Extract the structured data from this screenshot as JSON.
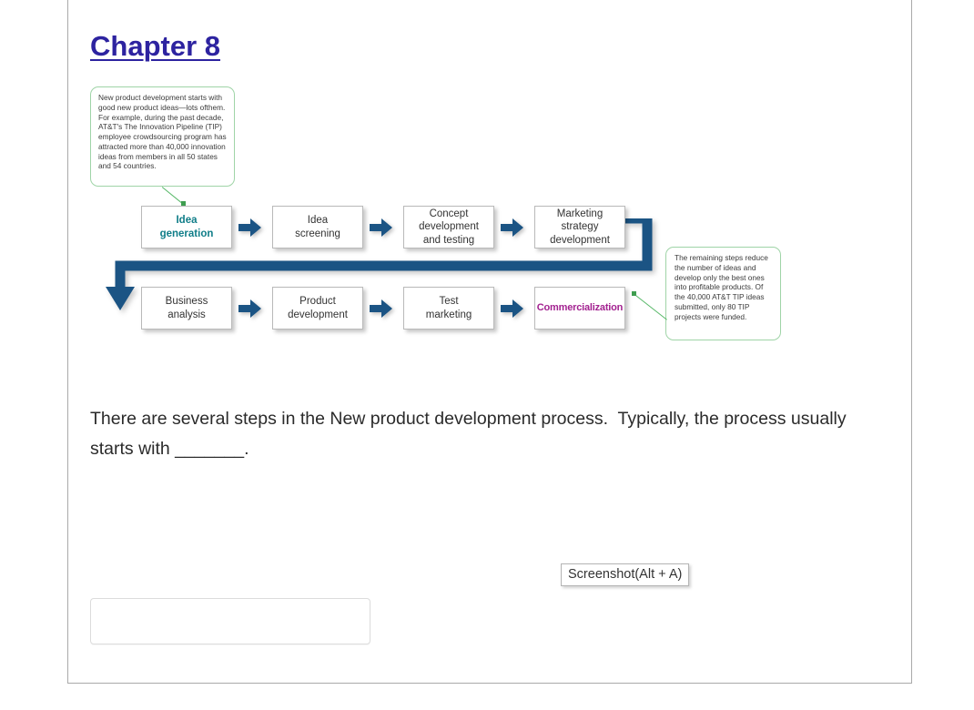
{
  "page": {
    "heading": "Chapter 8"
  },
  "figure": {
    "callout_left": {
      "text": "New product development starts with good new product ideas—lots ofthem. For example, during the past decade, AT&T's The Innovation Pipeline (TIP) employee crowdsourcing program has attracted more than 40,000 innovation ideas from members in all 50 states and 54 countries."
    },
    "callout_right": {
      "text": "The remaining steps reduce the number of ideas and develop only the best ones into profitable products. Of the 40,000 AT&T TIP ideas submitted, only 80 TIP projects were funded."
    },
    "steps": [
      {
        "line1": "Idea",
        "line2": "generation",
        "line3": "",
        "accent": "teal"
      },
      {
        "line1": "Idea",
        "line2": "screening",
        "line3": "",
        "accent": "none"
      },
      {
        "line1": "Concept",
        "line2": "development",
        "line3": "and testing",
        "accent": "none"
      },
      {
        "line1": "Marketing",
        "line2": "strategy",
        "line3": "development",
        "accent": "none"
      },
      {
        "line1": "Business",
        "line2": "analysis",
        "line3": "",
        "accent": "none"
      },
      {
        "line1": "Product",
        "line2": "development",
        "line3": "",
        "accent": "none"
      },
      {
        "line1": "Test",
        "line2": "marketing",
        "line3": "",
        "accent": "none"
      },
      {
        "line1": "Commercialization",
        "line2": "",
        "line3": "",
        "accent": "magenta"
      }
    ],
    "colors": {
      "arrow_blue": "#1b5484",
      "connector_blue": "#1b5484",
      "accent_teal": "#0f7d88",
      "accent_magenta": "#a32290",
      "callout_border_green": "#9fd4a7",
      "leader_green": "#57b868"
    }
  },
  "question": {
    "text": "There are several steps in the New product development process.  Typically, the process usually starts with _______."
  },
  "tooltip": {
    "label": "Screenshot(Alt + A)"
  },
  "answer": {
    "value": "",
    "placeholder": ""
  }
}
